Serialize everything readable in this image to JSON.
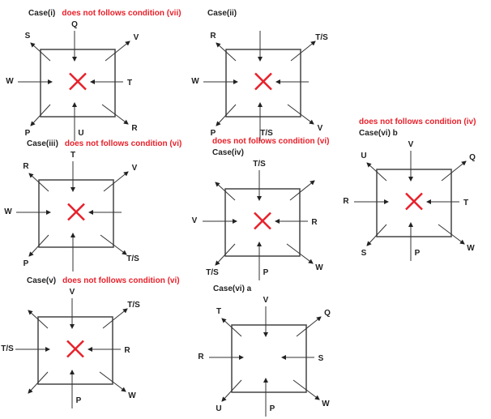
{
  "colors": {
    "cross": "#e8202a",
    "note": "#e8202a",
    "line": "#444444"
  },
  "cases": [
    {
      "title": "Case(i)",
      "note": "does not follows condition (vii)",
      "cross": true,
      "labels": {
        "top": "Q",
        "bottom": "U",
        "left": "W",
        "right": "T",
        "tl": "S",
        "tr": "V",
        "bl": "P",
        "br": "R"
      }
    },
    {
      "title": "Case(ii)",
      "note": "",
      "cross": true,
      "labels": {
        "top": "",
        "bottom": "T/S",
        "left": "W",
        "right": "",
        "tl": "R",
        "tr": "T/S",
        "bl": "P",
        "br": "V"
      }
    },
    {
      "title": "Case(iii)",
      "note": "does not follows condition (vi)",
      "cross": true,
      "labels": {
        "top": "T",
        "bottom": "",
        "left": "W",
        "right": "",
        "tl": "R",
        "tr": "V",
        "bl": "P",
        "br": "T/S"
      }
    },
    {
      "title": "Case(iv)",
      "note": "does not follows condition (vi)",
      "cross": true,
      "labels": {
        "top": "T/S",
        "bottom": "P",
        "left": "V",
        "right": "R",
        "tl": "",
        "tr": "",
        "bl": "T/S",
        "br": "W"
      }
    },
    {
      "title": "Case(vi) b",
      "note": "does not follows condition (iv)",
      "cross": true,
      "labels": {
        "top": "V",
        "bottom": "P",
        "left": "R",
        "right": "T",
        "tl": "U",
        "tr": "Q",
        "bl": "S",
        "br": "W"
      }
    },
    {
      "title": "Case(v)",
      "note": "does not follows condition (vi)",
      "cross": true,
      "labels": {
        "top": "V",
        "bottom": "P",
        "left": "T/S",
        "right": "R",
        "tl": "",
        "tr": "T/S",
        "bl": "",
        "br": "W"
      }
    },
    {
      "title": "Case(vi) a",
      "note": "",
      "cross": false,
      "labels": {
        "top": "V",
        "bottom": "P",
        "left": "R",
        "right": "S",
        "tl": "T",
        "tr": "Q",
        "bl": "U",
        "br": "W"
      }
    }
  ]
}
